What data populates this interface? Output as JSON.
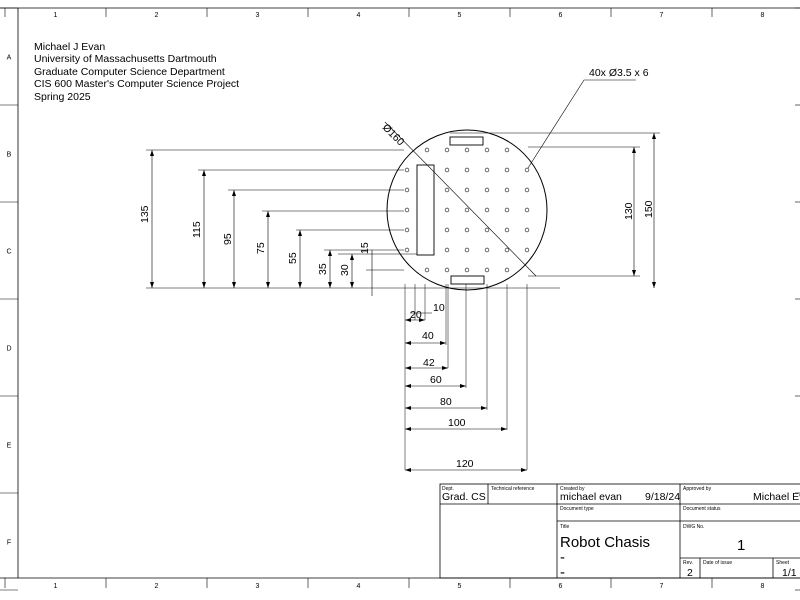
{
  "header": {
    "lines": [
      "Michael J Evan",
      "University of Massachusetts Dartmouth",
      "Graduate Computer Science Department",
      "CIS 600 Master's Computer Science Project",
      "Spring 2025"
    ]
  },
  "border": {
    "columns": [
      "1",
      "2",
      "3",
      "4",
      "5",
      "6",
      "7",
      "8"
    ],
    "rows": [
      "A",
      "B",
      "C",
      "D",
      "E",
      "F"
    ]
  },
  "drawing": {
    "diameter_label": "Ø160",
    "hole_callout": "40x Ø3.5 x 6",
    "vertical_dims": [
      "135",
      "115",
      "95",
      "75",
      "55",
      "35",
      "30",
      "15"
    ],
    "right_dims": [
      "130",
      "150"
    ],
    "horizontal_dims": [
      "20",
      "10",
      "40",
      "42",
      "60",
      "80",
      "100",
      "120"
    ]
  },
  "title_block": {
    "dept_label": "Dept.",
    "dept_value": "Grad. CS",
    "tech_ref_label": "Technical reference",
    "created_by_label": "Created by",
    "created_by_value": "michael evan",
    "created_date": "9/18/24",
    "approved_by_label": "Approved by",
    "approved_by_value": "Michael Evan",
    "doc_type_label": "Document type",
    "doc_status_label": "Document status",
    "title_label": "Title",
    "title_value": "Robot Chasis",
    "title_sub1": "-",
    "title_sub2": "-",
    "dwg_no_label": "DWG No.",
    "dwg_no_value": "1",
    "rev_label": "Rev.",
    "rev_value": "2",
    "date_issue_label": "Date of issue",
    "sheet_label": "Sheet",
    "sheet_value": "1/1"
  }
}
